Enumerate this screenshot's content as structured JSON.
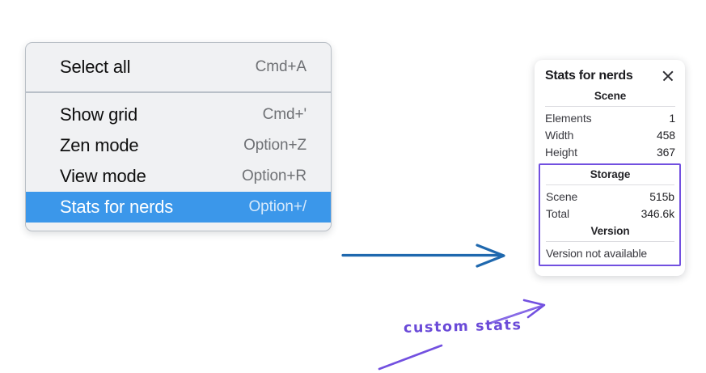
{
  "canvas": {
    "background": "#ffffff",
    "accent_blue": "#3b97ea",
    "arrow_blue": "#1f68ae",
    "accent_purple": "#7250e0"
  },
  "context_menu": {
    "groups": [
      {
        "items": [
          {
            "label": "Select all",
            "shortcut": "Cmd+A",
            "selected": false
          }
        ]
      },
      {
        "items": [
          {
            "label": "Show grid",
            "shortcut": "Cmd+'",
            "selected": false
          },
          {
            "label": "Zen mode",
            "shortcut": "Option+Z",
            "selected": false
          },
          {
            "label": "View mode",
            "shortcut": "Option+R",
            "selected": false
          },
          {
            "label": "Stats for nerds",
            "shortcut": "Option+/",
            "selected": true
          }
        ]
      }
    ]
  },
  "stats_panel": {
    "title": "Stats for nerds",
    "close_icon": "close-icon",
    "scene": {
      "heading": "Scene",
      "rows": [
        {
          "label": "Elements",
          "value": "1"
        },
        {
          "label": "Width",
          "value": "458"
        },
        {
          "label": "Height",
          "value": "367"
        }
      ]
    },
    "storage": {
      "heading": "Storage",
      "rows": [
        {
          "label": "Scene",
          "value": "515b"
        },
        {
          "label": "Total",
          "value": "346.6k"
        }
      ]
    },
    "version": {
      "heading": "Version",
      "text": "Version not available"
    }
  },
  "annotations": {
    "custom_stats_label": "custom stats"
  }
}
